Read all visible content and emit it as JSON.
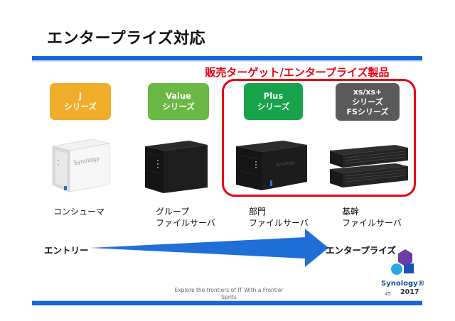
{
  "title": "エンタープライズ対応",
  "highlight_label": "販売ターゲット/エンタープライズ製品",
  "badges": [
    {
      "line1": "J",
      "line2": "シリーズ"
    },
    {
      "line1": "Value",
      "line2": "シリーズ"
    },
    {
      "line1": "Plus",
      "line2": "シリーズ"
    },
    {
      "line1": "xs/xs+",
      "line2": "シリーズ",
      "line3": "FSシリーズ"
    }
  ],
  "device_brand": "Synology",
  "segments": [
    {
      "line1": "コンシューマ"
    },
    {
      "line1": "グループ",
      "line2": "ファイルサーバ"
    },
    {
      "line1": "部門",
      "line2": "ファイルサーバ"
    },
    {
      "line1": "基幹",
      "line2": "ファイルサーバ"
    }
  ],
  "arrow": {
    "from": "エントリー",
    "to": "エンタープライズ"
  },
  "footer": {
    "line1": "Explore the frontiers of IT With a Frontier",
    "line2": "Sprits"
  },
  "page_number": "45",
  "logo": {
    "brand": "Synology®",
    "year": "2017"
  },
  "colors": {
    "accent_blue": "#1565d8",
    "highlight_red": "#e60012",
    "badge_j": "#f0ad2a",
    "badge_value": "#6bb845",
    "badge_plus": "#16a34a",
    "badge_xs": "#5a5a5a"
  }
}
